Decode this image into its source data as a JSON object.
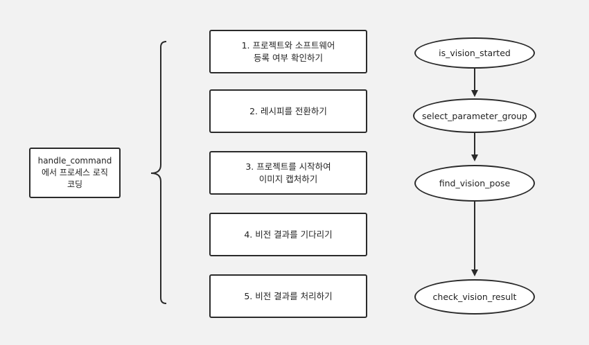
{
  "handler": {
    "lines": [
      "handle_command",
      "에서 프로세스 로직",
      "코딩"
    ]
  },
  "steps": [
    {
      "line1": "1. 프로젝트와 소프트웨어",
      "line2": "등록 여부 확인하기"
    },
    {
      "line1": "2. 레시피를 전환하기",
      "line2": ""
    },
    {
      "line1": "3. 프로젝트를 시작하여",
      "line2": "이미지 캡처하기"
    },
    {
      "line1": "4. 비전 결과를 기다리기",
      "line2": ""
    },
    {
      "line1": "5. 비전 결과를 처리하기",
      "line2": ""
    }
  ],
  "functions": [
    "is_vision_started",
    "select_parameter_group",
    "find_vision_pose",
    "check_vision_result"
  ],
  "colors": {
    "background": "#f2f2f2",
    "stroke": "#2a2a2a",
    "fill": "#ffffff"
  }
}
